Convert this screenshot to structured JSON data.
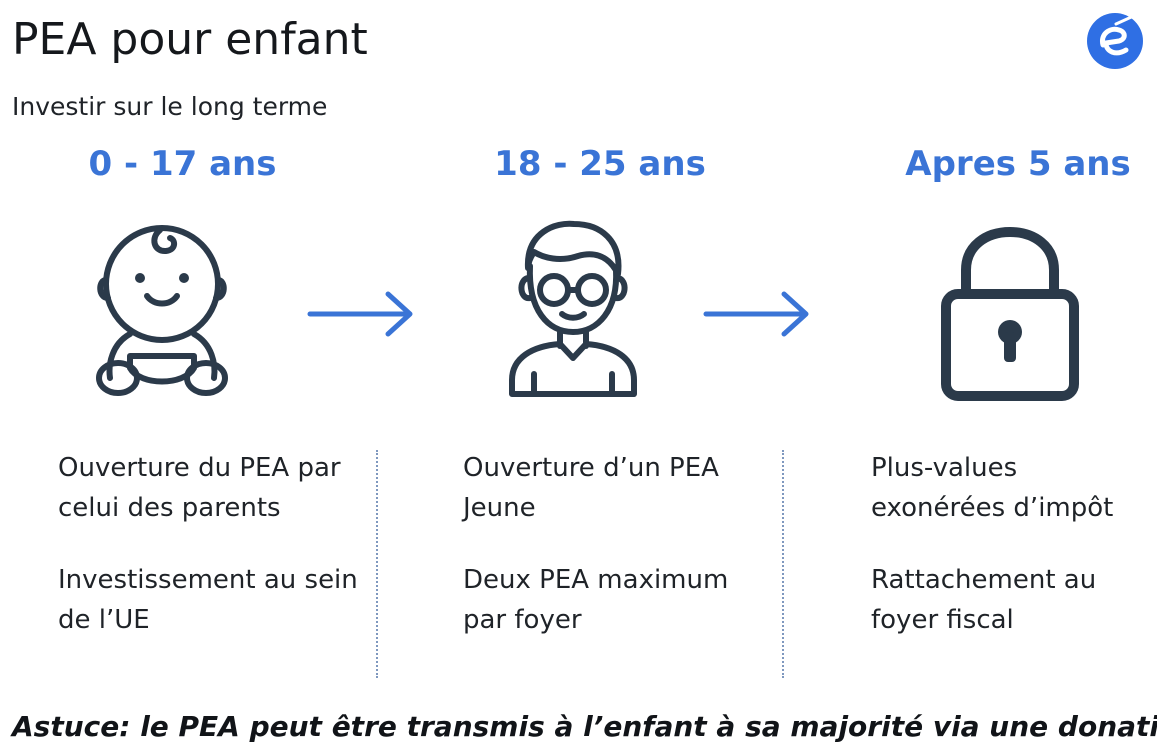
{
  "header": {
    "title": "PEA pour enfant",
    "subtitle": "Investir sur le long terme"
  },
  "logo": {
    "icon": "e-logo-icon",
    "letter": "e",
    "color": "#2f6fe4"
  },
  "stages": [
    {
      "heading": "0 - 17 ans",
      "icon": "baby-icon",
      "items": [
        "Ouverture du PEA par celui des parents",
        "Investissement au sein de l’UE"
      ]
    },
    {
      "heading": "18 - 25 ans",
      "icon": "young-person-glasses-icon",
      "items": [
        "Ouverture d’un PEA Jeune",
        "Deux PEA maximum par foyer"
      ]
    },
    {
      "heading": "Apres 5 ans",
      "icon": "padlock-icon",
      "items": [
        "Plus-values exonérées d’impôt",
        "Rattachement au foyer fiscal"
      ]
    }
  ],
  "arrows": [
    "arrow-right-icon",
    "arrow-right-icon"
  ],
  "tip": "Astuce: le PEA peut être transmis à l’enfant à sa majorité via une donation",
  "colors": {
    "accent": "#3a74d6",
    "icon_stroke": "#2b3a4a",
    "arrow": "#3a74d6",
    "divider": "#7f98bf"
  }
}
